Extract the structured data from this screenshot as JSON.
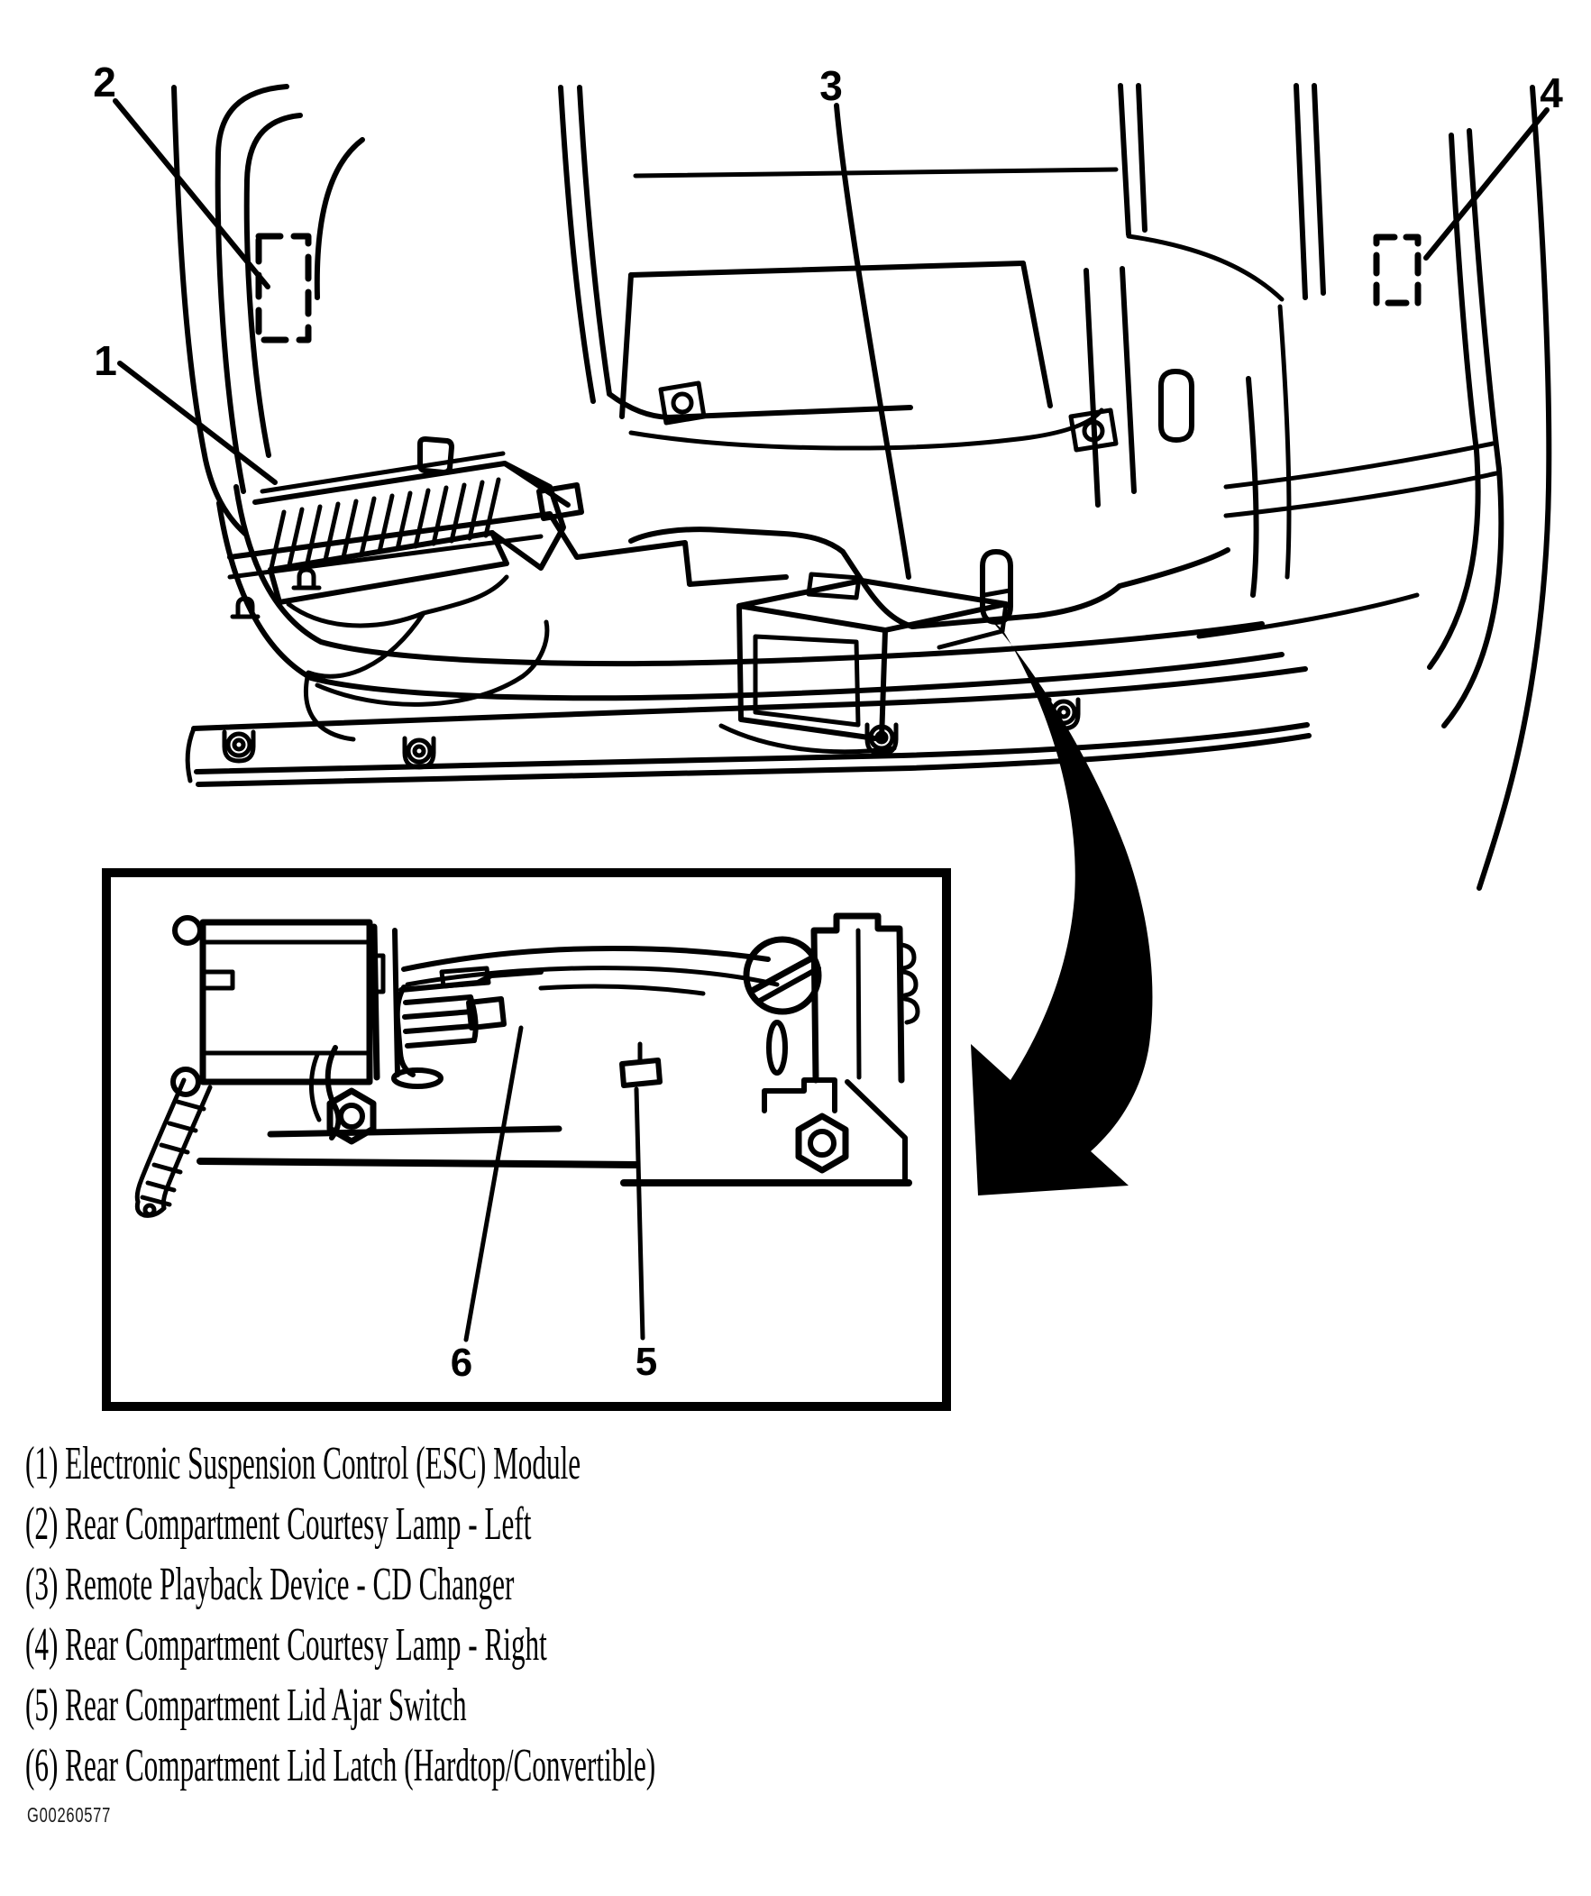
{
  "colors": {
    "ink": "#000000",
    "paper": "#ffffff"
  },
  "drawing": {
    "callouts": {
      "c1": "1",
      "c2": "2",
      "c3": "3",
      "c4": "4",
      "c5": "5",
      "c6": "6"
    }
  },
  "legend": {
    "items": [
      "(1) Electronic Suspension Control (ESC) Module",
      "(2) Rear Compartment Courtesy Lamp - Left",
      "(3) Remote Playback Device - CD Changer",
      "(4) Rear Compartment Courtesy Lamp - Right",
      "(5) Rear Compartment Lid Ajar Switch",
      "(6) Rear Compartment Lid Latch (Hardtop/Convertible)"
    ]
  },
  "figure_id": "G00260577"
}
